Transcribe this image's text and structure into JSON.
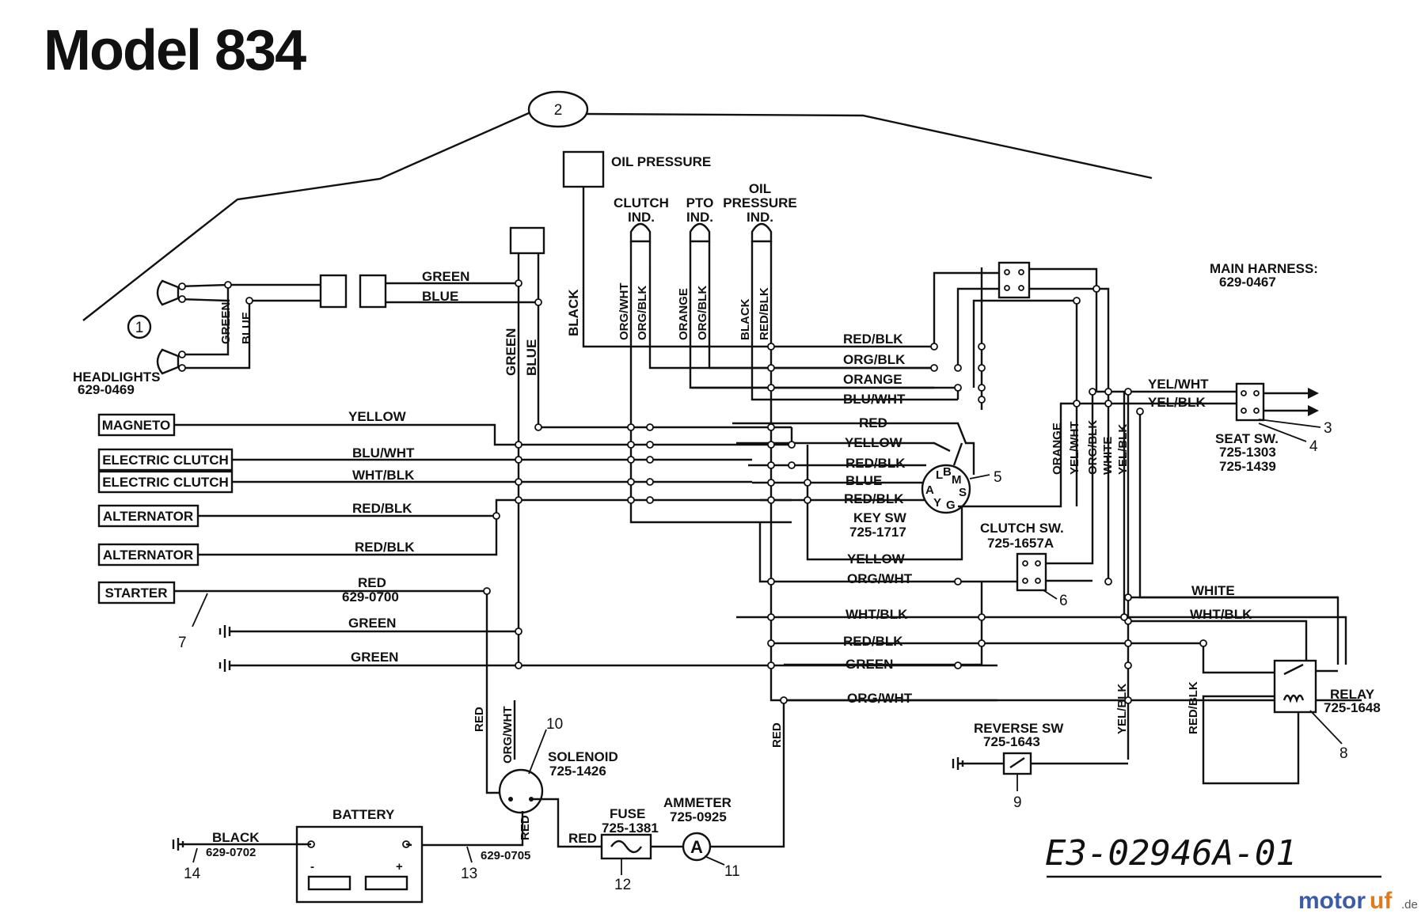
{
  "title": "Model 834",
  "diagram_code": "E3-02946A-01",
  "watermark": {
    "part1": "motor",
    "part2": "uf",
    "part3": ".de"
  },
  "callouts": {
    "c1": "1",
    "c2": "2",
    "c3": "3",
    "c4": "4",
    "c5": "5",
    "c6": "6",
    "c7": "7",
    "c8": "8",
    "c9": "9",
    "c10": "10",
    "c11": "11",
    "c12": "12",
    "c13": "13",
    "c14": "14"
  },
  "components": {
    "headlights": {
      "name": "HEADLIGHTS",
      "part": "629-0469"
    },
    "oil_pressure": "OIL PRESSURE",
    "clutch_ind": {
      "line1": "CLUTCH",
      "line2": "IND."
    },
    "pto_ind": {
      "line1": "PTO",
      "line2": "IND."
    },
    "oil_pressure_ind": {
      "line1": "OIL",
      "line2": "PRESSURE",
      "line3": "IND."
    },
    "main_harness": {
      "name": "MAIN HARNESS:",
      "part": "629-0467"
    },
    "seat_sw": {
      "name": "SEAT SW.",
      "part1": "725-1303",
      "part2": "725-1439"
    },
    "key_sw": {
      "name": "KEY SW",
      "part": "725-1717"
    },
    "clutch_sw": {
      "name": "CLUTCH SW.",
      "part": "725-1657A"
    },
    "relay": {
      "name": "RELAY",
      "part": "725-1648"
    },
    "reverse_sw": {
      "name": "REVERSE SW",
      "part": "725-1643"
    },
    "solenoid": {
      "name": "SOLENOID",
      "part": "725-1426"
    },
    "fuse": {
      "name": "FUSE",
      "part": "725-1381"
    },
    "ammeter": {
      "name": "AMMETER",
      "part": "725-0925",
      "symbol": "A"
    },
    "battery": {
      "name": "BATTERY",
      "minus": "-",
      "plus": "+"
    },
    "magneto": "MAGNETO",
    "electric_clutch_1": "ELECTRIC CLUTCH",
    "electric_clutch_2": "ELECTRIC CLUTCH",
    "alternator_1": "ALTERNATOR",
    "alternator_2": "ALTERNATOR",
    "starter": "STARTER",
    "key_terminals": {
      "L": "L",
      "B": "B",
      "M": "M",
      "A": "A",
      "Y": "Y",
      "G": "G",
      "S": "S"
    }
  },
  "wire_labels": {
    "green_top": "GREEN",
    "blue_top": "BLUE",
    "hl_green": "GREEN",
    "hl_blue": "BLUE",
    "v_green": "GREEN",
    "v_blue": "BLUE",
    "v_black": "BLACK",
    "v_orgwht": "ORG/WHT",
    "v_orgblk1": "ORG/BLK",
    "v_orange": "ORANGE",
    "v_orgblk2": "ORG/BLK",
    "v_black2": "BLACK",
    "v_redblk": "RED/BLK",
    "h_redblk1": "RED/BLK",
    "h_orgblk": "ORG/BLK",
    "h_orange": "ORANGE",
    "h_bluwht": "BLU/WHT",
    "h_red": "RED",
    "h_yellow": "YELLOW",
    "h_redblk2": "RED/BLK",
    "h_blue": "BLUE",
    "h_redblk3": "RED/BLK",
    "h_yellow2": "YELLOW",
    "h_orgwht": "ORG/WHT",
    "h_whtblk": "WHT/BLK",
    "h_redblk4": "RED/BLK",
    "h_green": "GREEN",
    "h_orgwht2": "ORG/WHT",
    "magneto_yellow": "YELLOW",
    "ec_bluwht": "BLU/WHT",
    "ec_whtblk": "WHT/BLK",
    "alt_redblk1": "RED/BLK",
    "alt_redblk2": "RED/BLK",
    "starter_red": "RED",
    "starter_part": "629-0700",
    "gnd_green1": "GREEN",
    "gnd_green2": "GREEN",
    "yelwht": "YEL/WHT",
    "yelblk": "YEL/BLK",
    "rv_orange": "ORANGE",
    "rv_yelwht": "YEL/WHT",
    "rv_orgblk": "ORG/BLK",
    "rv_white": "WHITE",
    "rv_yelblk": "YEL/BLK",
    "white_r": "WHITE",
    "whtblk_r": "WHT/BLK",
    "yelblk_low": "YEL/BLK",
    "redblk_low": "RED/BLK",
    "sol_red": "RED",
    "sol_orgwht": "ORG/WHT",
    "sol_red2": "RED",
    "fuse_red": "RED",
    "amm_red": "RED",
    "bat_black": "BLACK",
    "bat_black_part": "629-0702",
    "bat_part2": "629-0705"
  }
}
